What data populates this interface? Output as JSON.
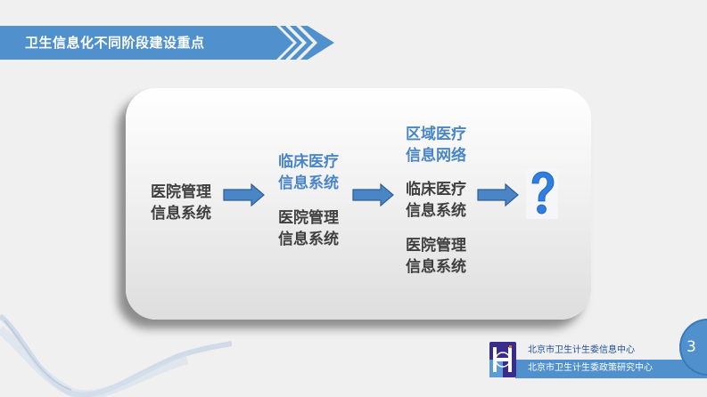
{
  "slide": {
    "title": "卫生信息化不同阶段建设重点",
    "page_number": "3"
  },
  "diagram": {
    "stage1": {
      "line1": "医院管理",
      "line2": "信息系统"
    },
    "stage2": {
      "highlight": {
        "line1": "临床医疗",
        "line2": "信息系统"
      },
      "base": {
        "line1": "医院管理",
        "line2": "信息系统"
      }
    },
    "stage3": {
      "highlight": {
        "line1": "区域医疗",
        "line2": "信息网络"
      },
      "middle": {
        "line1": "临床医疗",
        "line2": "信息系统"
      },
      "base": {
        "line1": "医院管理",
        "line2": "信息系统"
      }
    },
    "stage4": {
      "icon": "question-mark-icon",
      "glyph": "?"
    }
  },
  "footer": {
    "org_line1": "北京市卫生计生委信息中心",
    "org_line2": "北京市卫生计生委政策研究中心"
  },
  "colors": {
    "accent_blue": "#4f90cd",
    "highlight_text": "#4a86c6",
    "body_text": "#3f3f3f",
    "arrow_fill": "#4a86c6",
    "arrow_stroke": "#2d5f95"
  }
}
